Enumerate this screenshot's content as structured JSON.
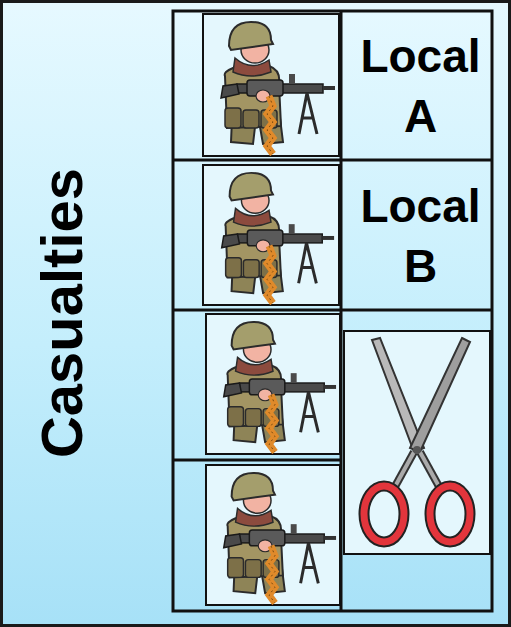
{
  "diagram": {
    "nodes": [
      {
        "text": [
          "Casualties"
        ]
      },
      {
        "text": [
          "Local A"
        ],
        "in": 0
      },
      {
        "text": [
          "Local B"
        ],
        "in": 0
      }
    ]
  }
}
